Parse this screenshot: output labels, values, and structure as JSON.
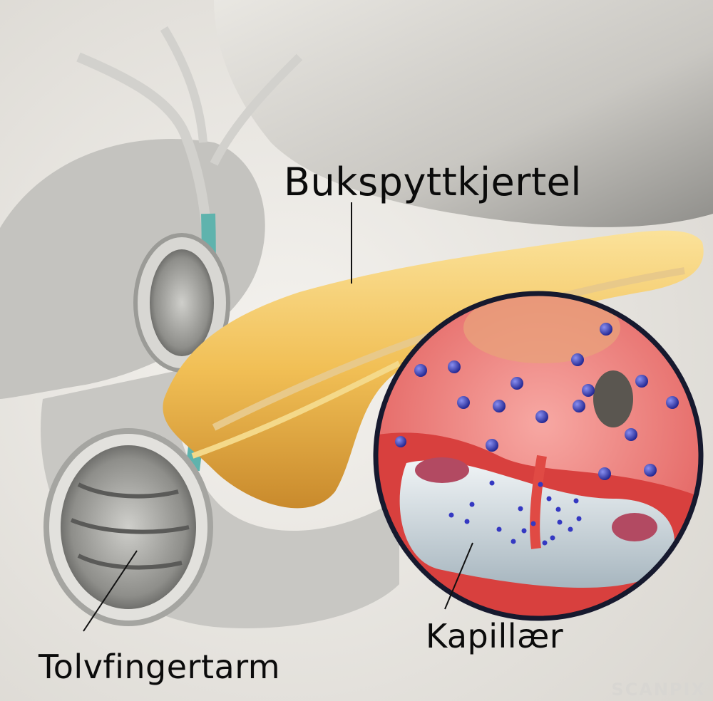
{
  "figure": {
    "subject": "Pancreas anatomy with magnified capillary inset",
    "colors": {
      "background": "#ece9e3",
      "pancreas": "#f3c15a",
      "pancreas_dark": "#c48a2a",
      "duodenum": "#9a9a98",
      "bile_duct": "#5fb3ad",
      "inset_tissue": "#ef7a78",
      "inset_border": "#16192e",
      "granule": "#2a2fb0",
      "capillary": "#d9e2e6"
    }
  },
  "labels": {
    "pancreas": "Bukspyttkjertel",
    "capillary": "Kapillær",
    "duodenum": "Tolvfingertarm"
  },
  "watermark": "SCANPIX"
}
